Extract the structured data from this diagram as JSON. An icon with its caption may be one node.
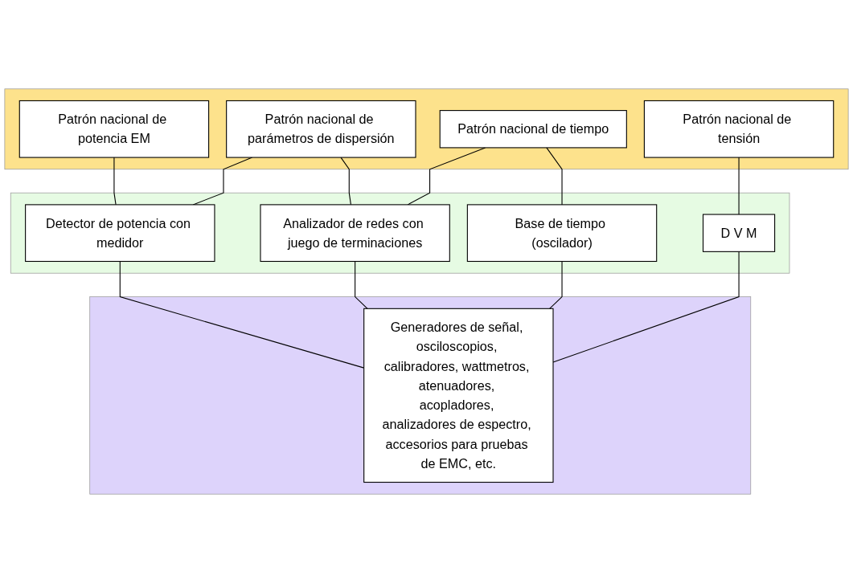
{
  "diagram": {
    "nodes": [
      {
        "text": [],
        "shape": "band"
      },
      {
        "text": [
          "Patrón nacional de potencia EM"
        ],
        "in": 0
      },
      {
        "text": [
          "Patrón nacional de parámetros de dispersión"
        ],
        "in": 0
      },
      {
        "text": [
          "Patrón nacional de tiempo"
        ],
        "in": 0
      },
      {
        "text": [
          "Patrón nacional de tensión"
        ],
        "in": 0
      },
      {
        "text": [],
        "shape": "band"
      },
      {
        "text": [
          "Detector de potencia con medidor"
        ],
        "in": 5
      },
      {
        "text": [
          "Analizador de redes con juego de terminaciones"
        ],
        "in": 5
      },
      {
        "text": [
          "Base de tiempo (oscilador)"
        ],
        "in": 5
      },
      {
        "text": [
          "D V M"
        ],
        "in": 5
      },
      {
        "text": [],
        "shape": "band"
      },
      {
        "text": [
          "Generadores de señal, osciloscopios, calibradores, wattmetros, atenuadores, acopladores, analizadores de espectro, accesorios para pruebas de EMC, etc."
        ],
        "in": 10
      }
    ],
    "edges": [
      {
        "from": 1,
        "to": 6,
        "arrow": "none"
      },
      {
        "from": 2,
        "to": 6,
        "arrow": "none"
      },
      {
        "from": 2,
        "to": 7,
        "arrow": "none"
      },
      {
        "from": 3,
        "to": 7,
        "arrow": "none"
      },
      {
        "from": 3,
        "to": 8,
        "arrow": "none"
      },
      {
        "from": 4,
        "to": 9,
        "arrow": "none"
      },
      {
        "from": 6,
        "to": 11,
        "arrow": "none"
      },
      {
        "from": 7,
        "to": 11,
        "arrow": "none"
      },
      {
        "from": 8,
        "to": 11,
        "arrow": "none"
      },
      {
        "from": 9,
        "to": 11,
        "arrow": "none"
      }
    ]
  }
}
